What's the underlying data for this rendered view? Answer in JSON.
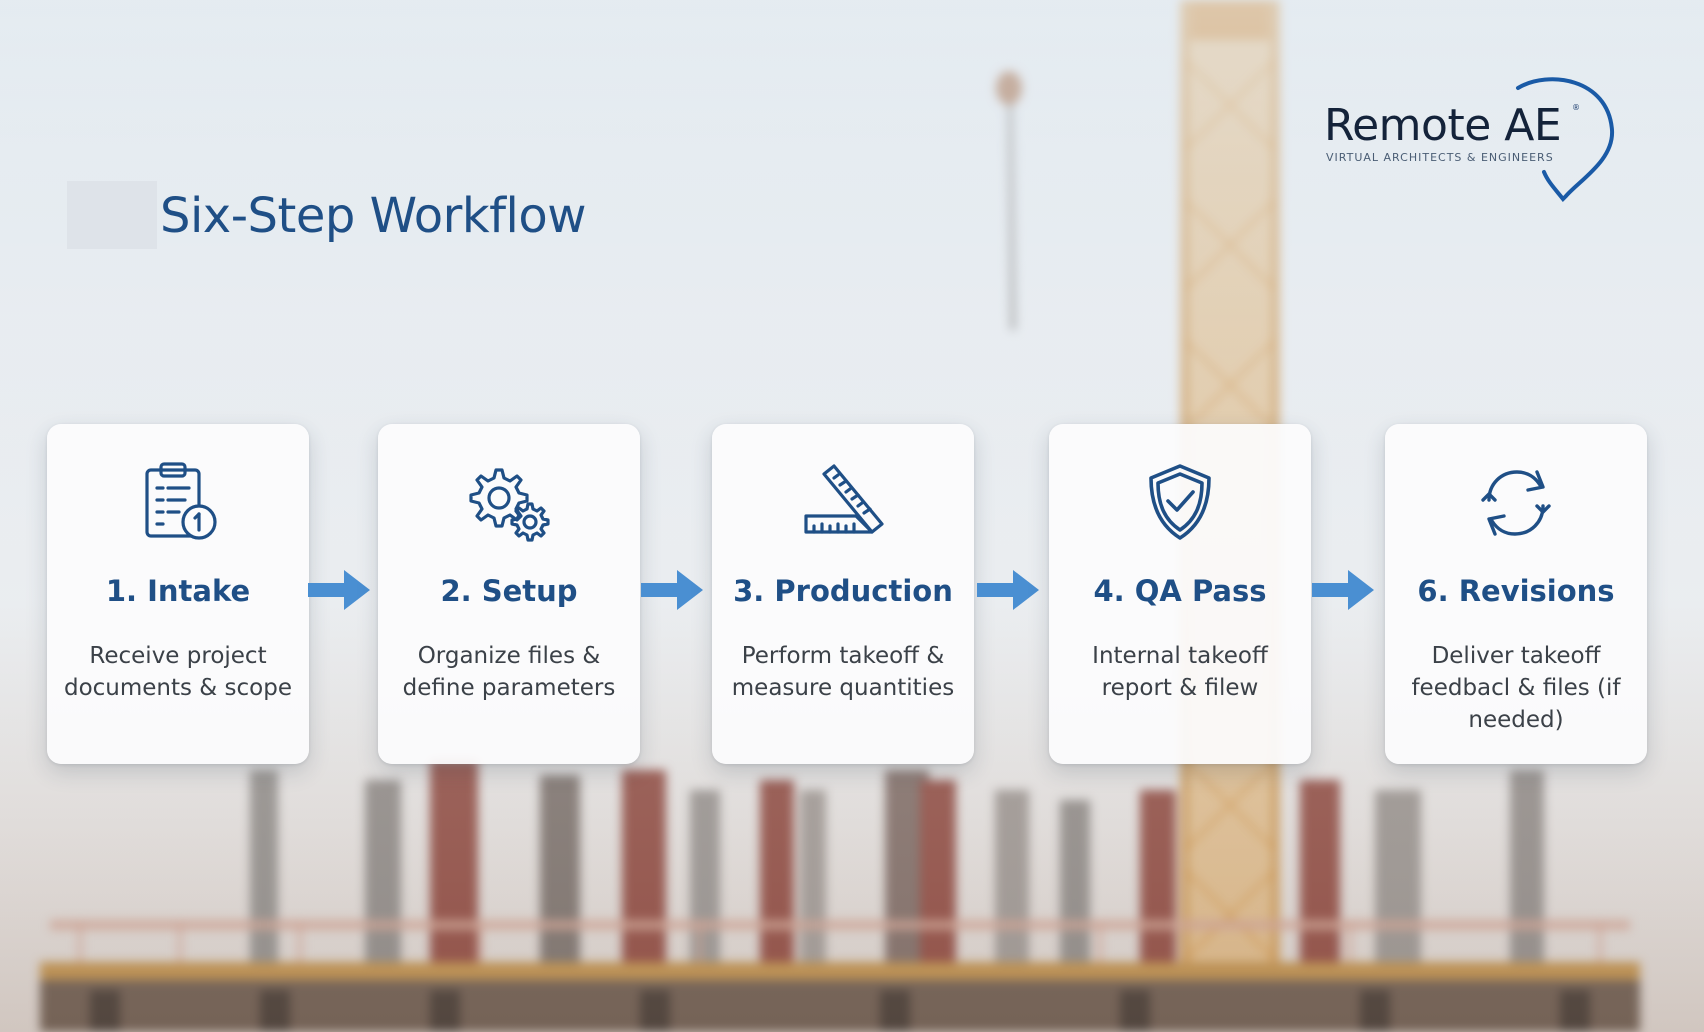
{
  "title": "Six-Step Workflow",
  "logo": {
    "name": "Remote AE",
    "tagline": "VIRTUAL ARCHITECTS & ENGINEERS",
    "mark": "®"
  },
  "steps": [
    {
      "icon": "clipboard-icon",
      "title": "1. Intake",
      "description": "Receive project documents & scope"
    },
    {
      "icon": "gears-icon",
      "title": "2. Setup",
      "description": "Organize files & define parameters"
    },
    {
      "icon": "ruler-icon",
      "title": "3. Production",
      "description": "Perform takeoff & measure quantities"
    },
    {
      "icon": "shield-check-icon",
      "title": "4. QA Pass",
      "description": "Internal takeoff report & filew"
    },
    {
      "icon": "refresh-icon",
      "title": "6. Revisions",
      "description": "Deliver takeoff feedbacl & files (if needed)"
    }
  ],
  "colors": {
    "title": "#1f4f86",
    "arrow": "#4a8fd2",
    "icon": "#1f4f86",
    "logo_accent": "#1a5aa6"
  }
}
